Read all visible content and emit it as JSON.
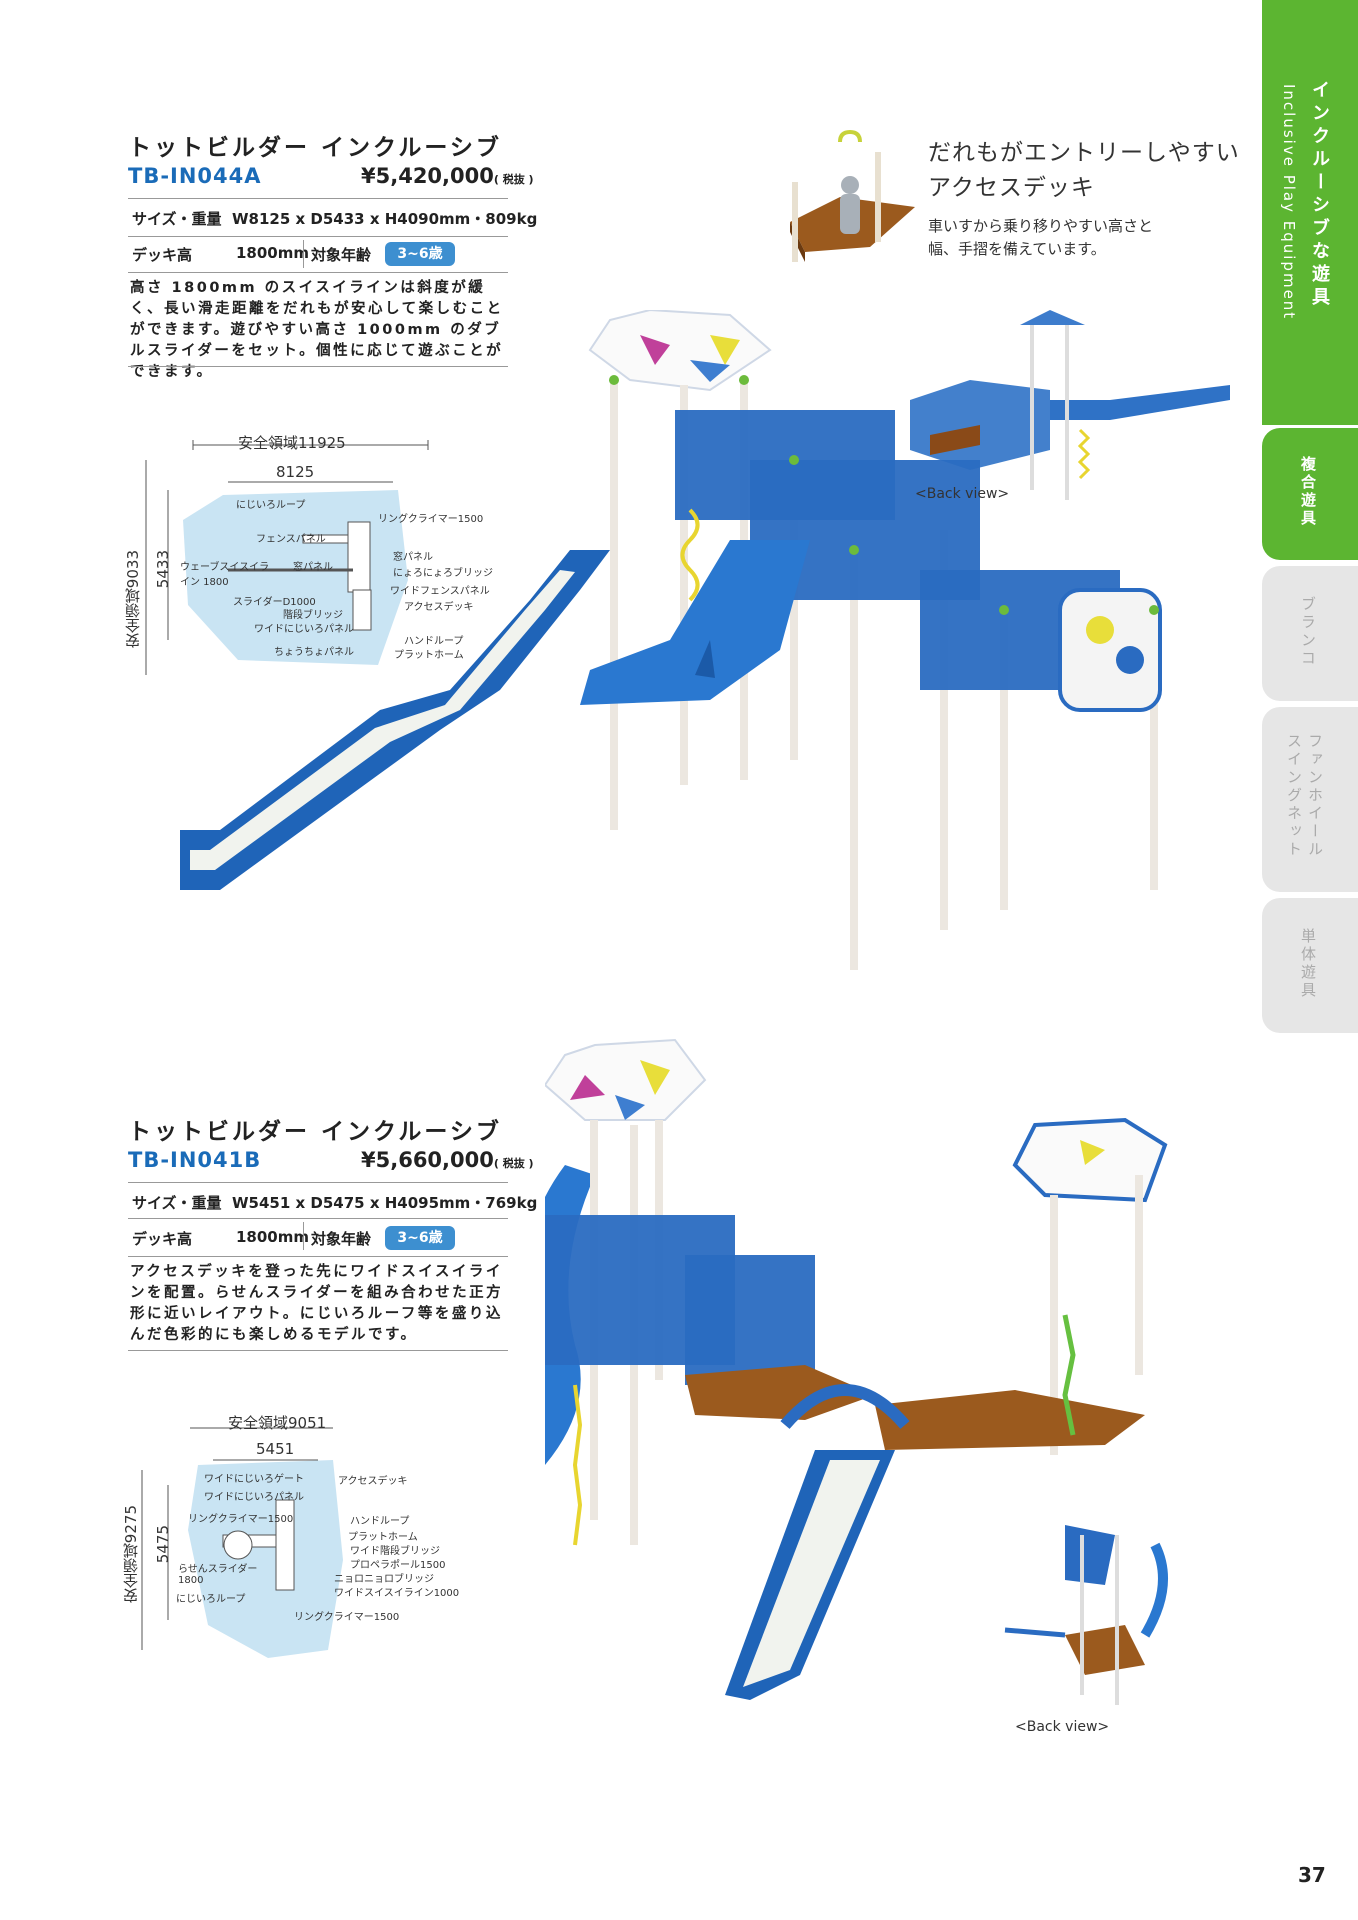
{
  "side": {
    "main_tab_jp": "インクルーシブな遊具",
    "main_tab_en": "Inclusive Play Equipment",
    "tabs": [
      {
        "label": "複合遊具",
        "active": true
      },
      {
        "label": "ブランコ",
        "active": false
      },
      {
        "label": "ファンホイール スイングネット",
        "active": false
      },
      {
        "label": "単体遊具",
        "active": false
      }
    ]
  },
  "product1": {
    "title": "トットビルダー インクルーシブ",
    "code": "TB-IN044A",
    "price": "¥5,420,000",
    "tax": "( 税抜 )",
    "size_label": "サイズ・重量",
    "size_value": "W8125 x D5433 x H4090mm・809kg",
    "deck_label": "デッキ高",
    "deck_value": "1800mm",
    "age_label": "対象年齢",
    "age_value": "3~6歳",
    "description": "高さ 1800mm のスイスイラインは斜度が緩く、長い滑走距離をだれもが安心して楽しむことができます。遊びやすい高さ 1000mm のダブルスライダーをセット。個性に応じて遊ぶことができます。",
    "diagram": {
      "safety_w": "安全領域11925",
      "width": "8125",
      "safety_d": "安全領域9033",
      "depth": "5433",
      "labels_left": [
        "にじいろループ",
        "フェンスパネル",
        "ウェーブスイスイライン 1800",
        "窓パネル",
        "スライダーD1000",
        "階段ブリッジ",
        "ワイドにじいろパネル",
        "ちょうちょパネル"
      ],
      "labels_right": [
        "リングクライマー1500",
        "窓パネル",
        "にょろにょろブリッジ",
        "ワイドフェンスパネル",
        "アクセスデッキ",
        "ハンドループ",
        "プラットホーム"
      ]
    },
    "feature_head": [
      "だれもがエントリーしやすい",
      "アクセスデッキ"
    ],
    "feature_body": [
      "車いすから乗り移りやすい高さと",
      "幅、手摺を備えています。"
    ],
    "back_view": "<Back view>"
  },
  "product2": {
    "title": "トットビルダー インクルーシブ",
    "code": "TB-IN041B",
    "price": "¥5,660,000",
    "tax": "( 税抜 )",
    "size_label": "サイズ・重量",
    "size_value": "W5451 x D5475 x H4095mm・769kg",
    "deck_label": "デッキ高",
    "deck_value": "1800mm",
    "age_label": "対象年齢",
    "age_value": "3~6歳",
    "description": "アクセスデッキを登った先にワイドスイスイラインを配置。らせんスライダーを組み合わせた正方形に近いレイアウト。にじいろルーフ等を盛り込んだ色彩的にも楽しめるモデルです。",
    "diagram": {
      "safety_w": "安全領域9051",
      "width": "5451",
      "safety_d": "安全領域9275",
      "depth": "5475",
      "labels_left": [
        "ワイドにじいろゲート",
        "ワイドにじいろパネル",
        "リングクライマー1500",
        "らせんスライダー 1800",
        "にじいろループ"
      ],
      "labels_right": [
        "アクセスデッキ",
        "ハンドループ",
        "プラットホーム",
        "ワイド階段ブリッジ",
        "プロペラポール1500",
        "ニョロニョロブリッジ",
        "ワイドスイスイライン1000",
        "リングクライマー1500"
      ]
    },
    "back_view": "<Back view>"
  },
  "page_number": "37",
  "colors": {
    "tab_green": "#5cb531",
    "tab_grey": "#e6e6e6",
    "code_blue": "#1a6bb8",
    "badge_blue": "#3d8fd0",
    "equipment_blue": "#1f64b8",
    "safety_zone": "#c9e4f3"
  }
}
